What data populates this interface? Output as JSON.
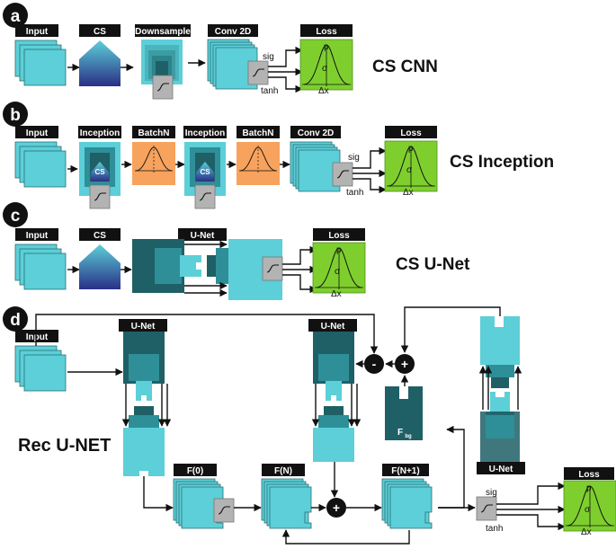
{
  "panels": [
    "a",
    "b",
    "c",
    "d"
  ],
  "titles": {
    "a": "CS CNN",
    "b": "CS Inception",
    "c": "CS U-Net",
    "d": "Rec U-NET"
  },
  "labels": {
    "input": "Input",
    "cs": "CS",
    "downsample": "Downsample",
    "conv2d": "Conv 2D",
    "loss": "Loss",
    "inception": "Inception",
    "batchn": "BatchN",
    "unet": "U-Net",
    "f0": "F(0)",
    "fn": "F(N)",
    "fn1": "F(N+1)",
    "fbg_main": "F",
    "fbg_sub": "bg"
  },
  "heads": {
    "sig": "sig",
    "tanh": "tanh"
  },
  "loss_symbols": {
    "p": "p",
    "sigma": "σ",
    "dx": "Δx"
  },
  "ops": {
    "minus": "-",
    "plus": "+"
  },
  "colors": {
    "cyan": "#5ccfd8",
    "teal_dark": "#1f5f66",
    "teal_mid": "#2e8f98",
    "orange": "#f7a25d",
    "green": "#7ecf2e",
    "gray": "#b3b3b3",
    "black": "#111111"
  }
}
